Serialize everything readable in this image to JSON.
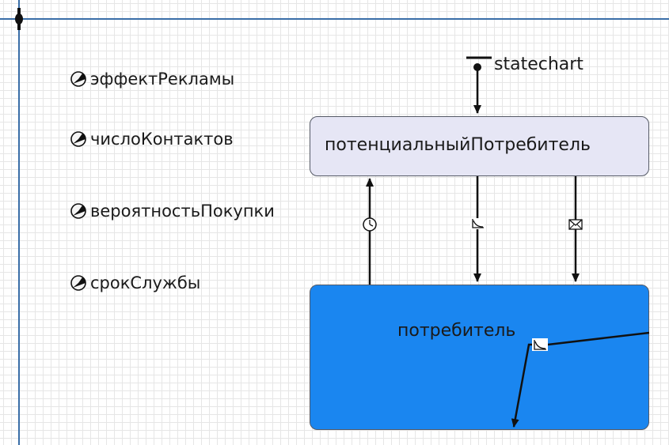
{
  "parameters": [
    {
      "label": "эффектРекламы",
      "icon": "parameter-icon"
    },
    {
      "label": "числоКонтактов",
      "icon": "parameter-icon"
    },
    {
      "label": "вероятностьПокупки",
      "icon": "parameter-icon"
    },
    {
      "label": "срокСлужбы",
      "icon": "parameter-icon"
    }
  ],
  "statechart": {
    "label": "statechart",
    "states": {
      "potential": "потенциальныйПотребитель",
      "consumer": "потребитель"
    },
    "transitions": [
      {
        "trigger": "timeout",
        "icon": "clock-icon",
        "from": "consumer",
        "to": "potential"
      },
      {
        "trigger": "rate",
        "icon": "rate-icon",
        "from": "potential",
        "to": "consumer"
      },
      {
        "trigger": "message",
        "icon": "envelope-icon",
        "from": "potential",
        "to": "consumer"
      },
      {
        "trigger": "rate",
        "icon": "rate-icon",
        "from": "consumer",
        "to": "consumer"
      }
    ]
  },
  "colors": {
    "grid": "#e6e6e6",
    "axis": "#3a6ea8",
    "potential_fill": "#e6e6f5",
    "consumer_fill": "#1a86f0",
    "state_border": "#555a66"
  }
}
